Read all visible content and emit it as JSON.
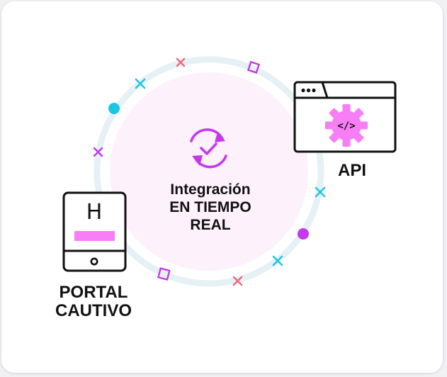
{
  "diagram": {
    "center_title": [
      "Integración",
      "EN TIEMPO",
      "REAL"
    ],
    "api_label": "API",
    "portal_label": [
      "PORTAL",
      "CAUTIVO"
    ],
    "device_letter": "H",
    "api_code_glyph": "</>",
    "colors": {
      "accent_pink": "#f77ef5",
      "accent_purple": "#c539ec",
      "accent_cyan": "#1cc6e2",
      "accent_red": "#f0687a",
      "ring": "#e6f1f6",
      "center_fill": "#fdf1fc",
      "stroke": "#111111"
    }
  }
}
